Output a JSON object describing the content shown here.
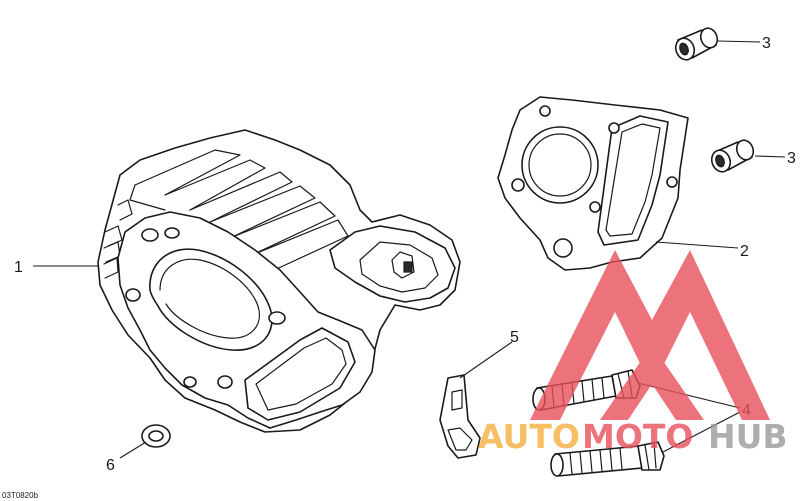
{
  "diagram_code": "03T0820b",
  "callouts": [
    {
      "id": "1",
      "text": "1"
    },
    {
      "id": "2",
      "text": "2"
    },
    {
      "id": "3a",
      "text": "3"
    },
    {
      "id": "3b",
      "text": "3"
    },
    {
      "id": "4",
      "text": "4"
    },
    {
      "id": "5",
      "text": "5"
    },
    {
      "id": "6",
      "text": "6"
    }
  ],
  "watermark": {
    "part1": "AUTO",
    "part2": "MOTO",
    "part3": "HUB",
    "colors": {
      "red": "#e8505b",
      "orange": "#f5b041",
      "gray": "#9a9a9a"
    }
  }
}
